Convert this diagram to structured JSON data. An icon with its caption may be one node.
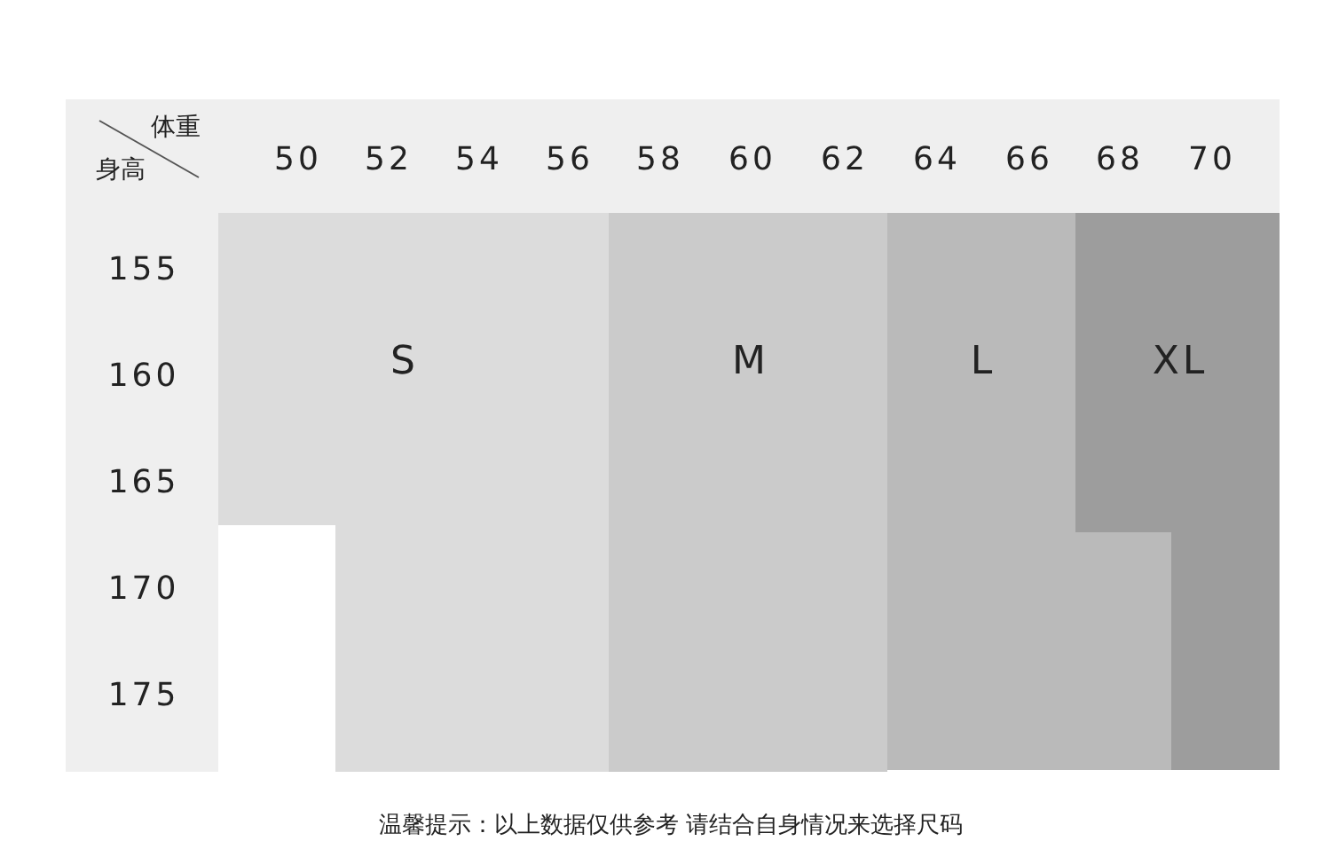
{
  "diagram": {
    "caption": "温馨提示：以上数据仅供参考 请结合自身情况来选择尺码",
    "nodes": [
      {
        "text": [
          "S"
        ]
      },
      {
        "text": [
          "M"
        ]
      },
      {
        "text": [
          "L"
        ]
      },
      {
        "text": [
          "XL"
        ]
      }
    ],
    "labels": [
      "体重",
      "身高",
      "50",
      "52",
      "54",
      "56",
      "58",
      "60",
      "62",
      "64",
      "66",
      "68",
      "70",
      "155",
      "160",
      "165",
      "170",
      "175"
    ]
  }
}
